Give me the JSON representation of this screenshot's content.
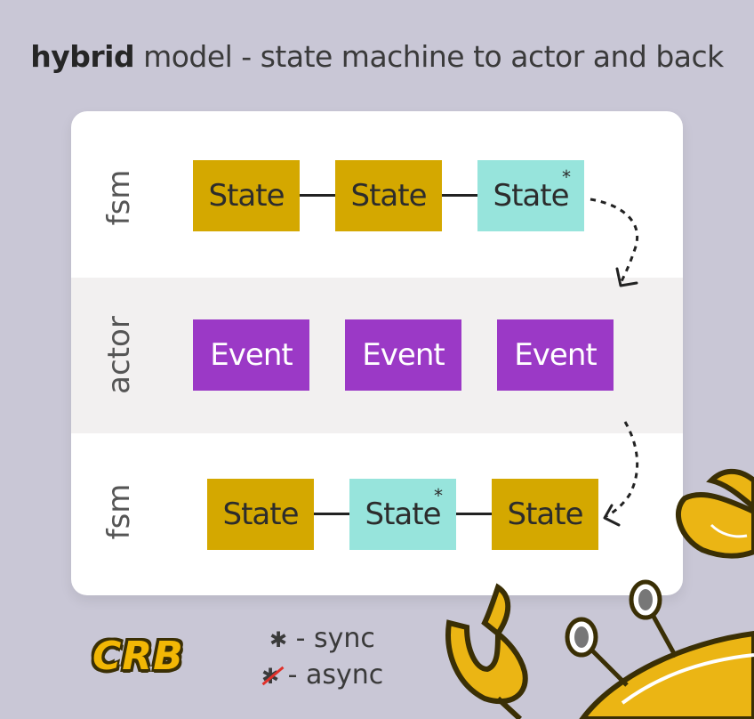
{
  "title": {
    "bold": "hybrid",
    "rest": " model - state machine to actor and back"
  },
  "rows": [
    {
      "label": "fsm",
      "items": [
        "State",
        "State",
        "State"
      ],
      "sync_index": 2
    },
    {
      "label": "actor",
      "items": [
        "Event",
        "Event",
        "Event"
      ]
    },
    {
      "label": "fsm",
      "items": [
        "State",
        "State",
        "State"
      ],
      "sync_index": 1
    }
  ],
  "legend": {
    "sync_symbol": "✱",
    "sync_text": "- sync",
    "async_symbol": "✱",
    "async_text": "- async"
  },
  "logo": "CRB",
  "colors": {
    "state": "#d4a800",
    "state_sync": "#97e4dc",
    "event": "#9b39c6",
    "background": "#c9c7d6",
    "crab": "#ebb514"
  },
  "icons": [
    "sync-asterisk-icon",
    "async-asterisk-icon",
    "crab-illustration",
    "dashed-arrow-icon"
  ]
}
